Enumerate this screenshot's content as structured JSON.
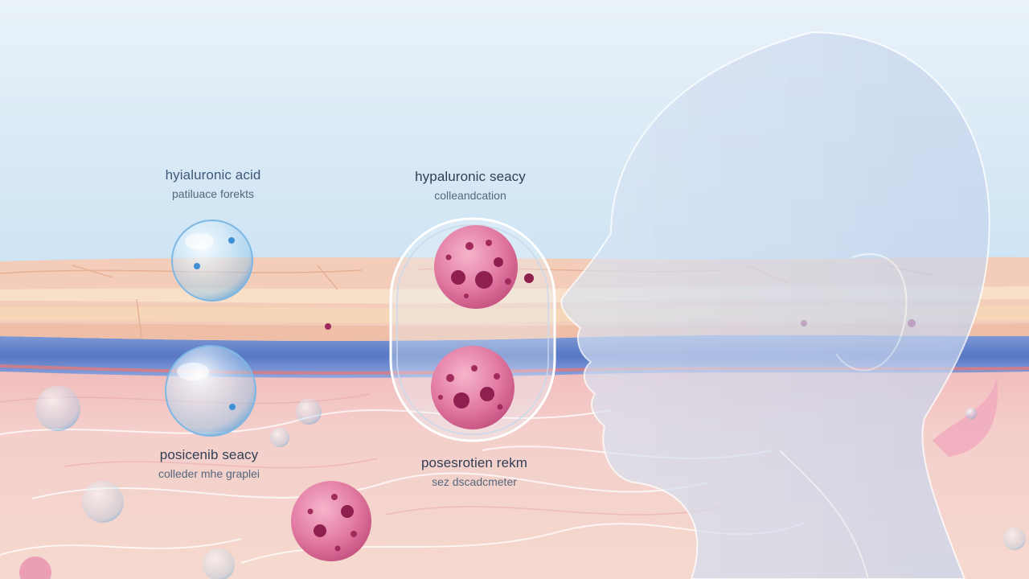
{
  "labels": [
    {
      "title": "hyialuronic acid",
      "subtitle": "patiluace forekts"
    },
    {
      "title": "hypaluronic seacy",
      "subtitle": "colleandcation"
    },
    {
      "title": "posicenib seacy",
      "subtitle": "colleder mhe graplei"
    },
    {
      "title": "posesrotien rekm",
      "subtitle": "sez dscadcmeter"
    }
  ],
  "colors": {
    "sky_top": "#c3ddf1",
    "sky_bottom": "#e6f0f8",
    "epidermis": "#f4d2bf",
    "blue_layer": "#5d7fc9",
    "dermis": "#f2c7c6",
    "cell_pink": "#df6f9a",
    "cell_spot": "#8e1f4f",
    "face_overlay": "#c9d7ee"
  },
  "icons": [
    "water-bubble-icon",
    "cell-icon",
    "capsule-icon",
    "face-silhouette-icon"
  ]
}
